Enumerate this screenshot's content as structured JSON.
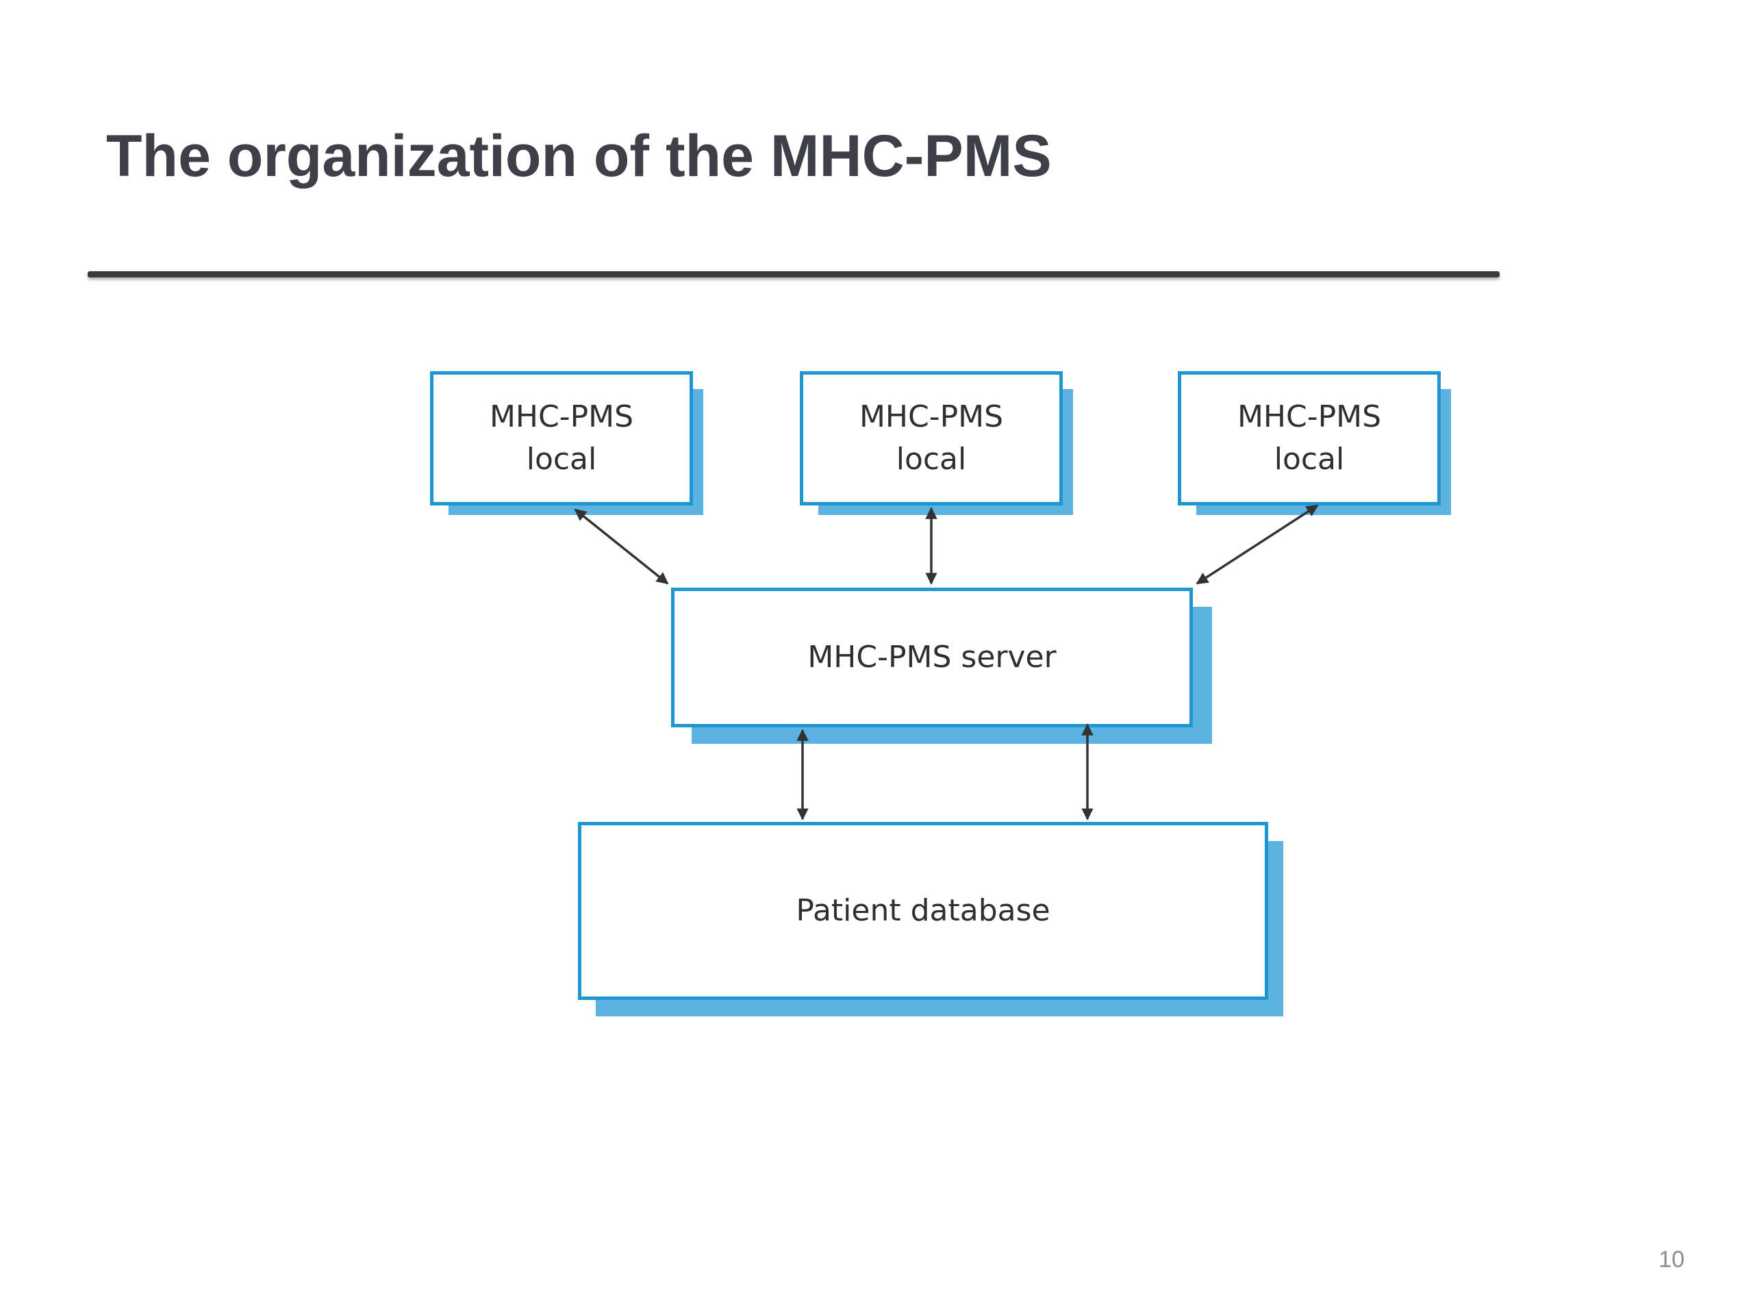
{
  "slide": {
    "title": "The organization of the MHC-PMS",
    "page_number": "10"
  },
  "diagram": {
    "local_boxes": [
      {
        "line1": "MHC-PMS",
        "line2": "local"
      },
      {
        "line1": "MHC-PMS",
        "line2": "local"
      },
      {
        "line1": "MHC-PMS",
        "line2": "local"
      }
    ],
    "server_label": "MHC-PMS server",
    "database_label": "Patient database",
    "box_border_color": "#1f96d0",
    "box_shadow_color": "#5cb3e1"
  }
}
